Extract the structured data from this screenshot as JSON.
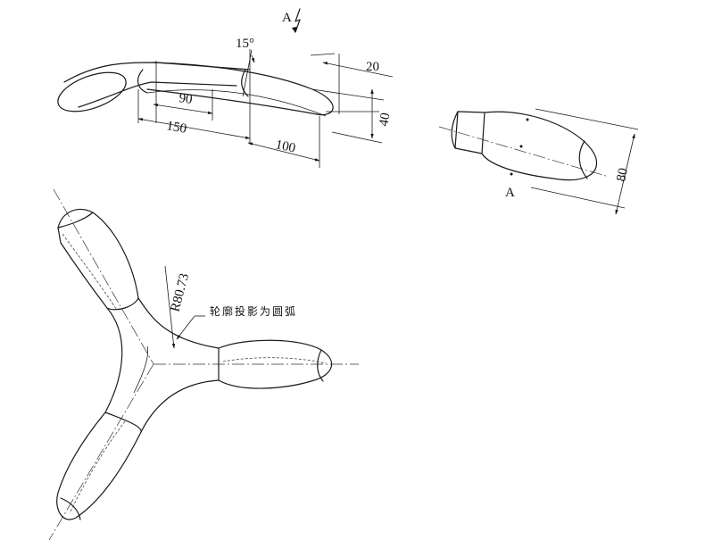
{
  "view_a": {
    "label": "A"
  },
  "side_view": {
    "angle_label": "15°",
    "dim_20": "20",
    "dim_90": "90",
    "dim_150": "150",
    "dim_100": "100",
    "dim_40": "40"
  },
  "section_view": {
    "label": "A",
    "dim_80": "80"
  },
  "top_view": {
    "radius_label": "R80.73",
    "note": "轮廓投影为圆弧"
  }
}
